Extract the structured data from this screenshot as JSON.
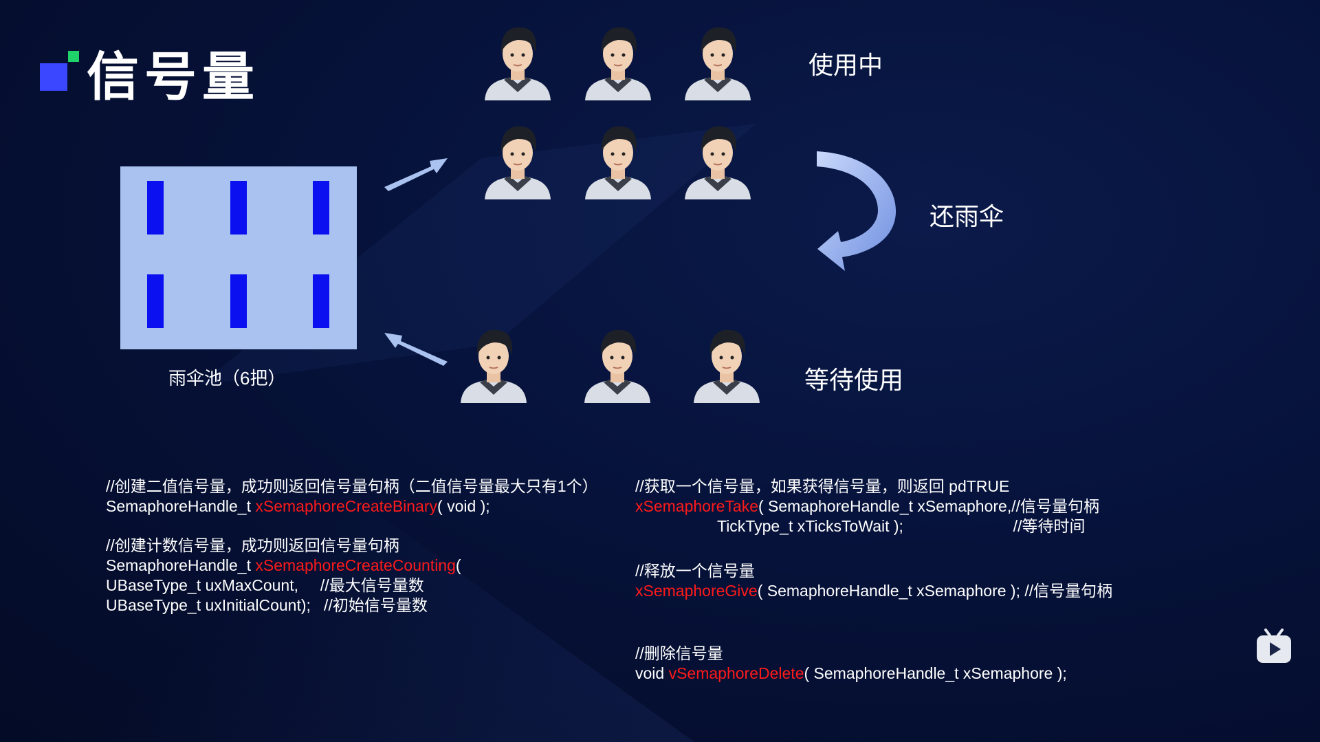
{
  "slide": {
    "title": "信号量",
    "pool_label": "雨伞池（6把）",
    "status_in_use": "使用中",
    "status_return": "还雨伞",
    "status_waiting": "等待使用"
  },
  "code_left": {
    "line1": "//创建二值信号量，成功则返回信号量句柄（二值信号量最大只有1个）",
    "line2_pre": "SemaphoreHandle_t ",
    "line2_fn": "xSemaphoreCreateBinary",
    "line2_post": "( void );",
    "line3": "//创建计数信号量，成功则返回信号量句柄",
    "line4_pre": "SemaphoreHandle_t ",
    "line4_fn": "xSemaphoreCreateCounting",
    "line4_post": "(",
    "line5": "UBaseType_t uxMaxCount,     //最大信号量数",
    "line6": "UBaseType_t uxInitialCount);   //初始信号量数"
  },
  "code_right": {
    "line1": "//获取一个信号量，如果获得信号量，则返回 pdTRUE",
    "line2_fn": "xSemaphoreTake",
    "line2_post": "( SemaphoreHandle_t xSemaphore,//信号量句柄",
    "line3": "TickType_t xTicksToWait );                         //等待时间",
    "line4": "//释放一个信号量",
    "line5_fn": "xSemaphoreGive",
    "line5_post": "( SemaphoreHandle_t xSemaphore ); //信号量句柄",
    "line6": "//删除信号量",
    "line7_pre": "void ",
    "line7_fn": "vSemaphoreDelete",
    "line7_post": "( SemaphoreHandle_t xSemaphore );"
  },
  "colors": {
    "background": "#06123a",
    "accent_blue": "#3b46ff",
    "accent_green": "#1fd26a",
    "pool_fill": "#a9c2f0",
    "umbrella": "#0a10f0",
    "function_red": "#ff1a1a"
  },
  "icons": {
    "logo": "square-logo-icon",
    "player": "bilibili-tv-icon"
  }
}
